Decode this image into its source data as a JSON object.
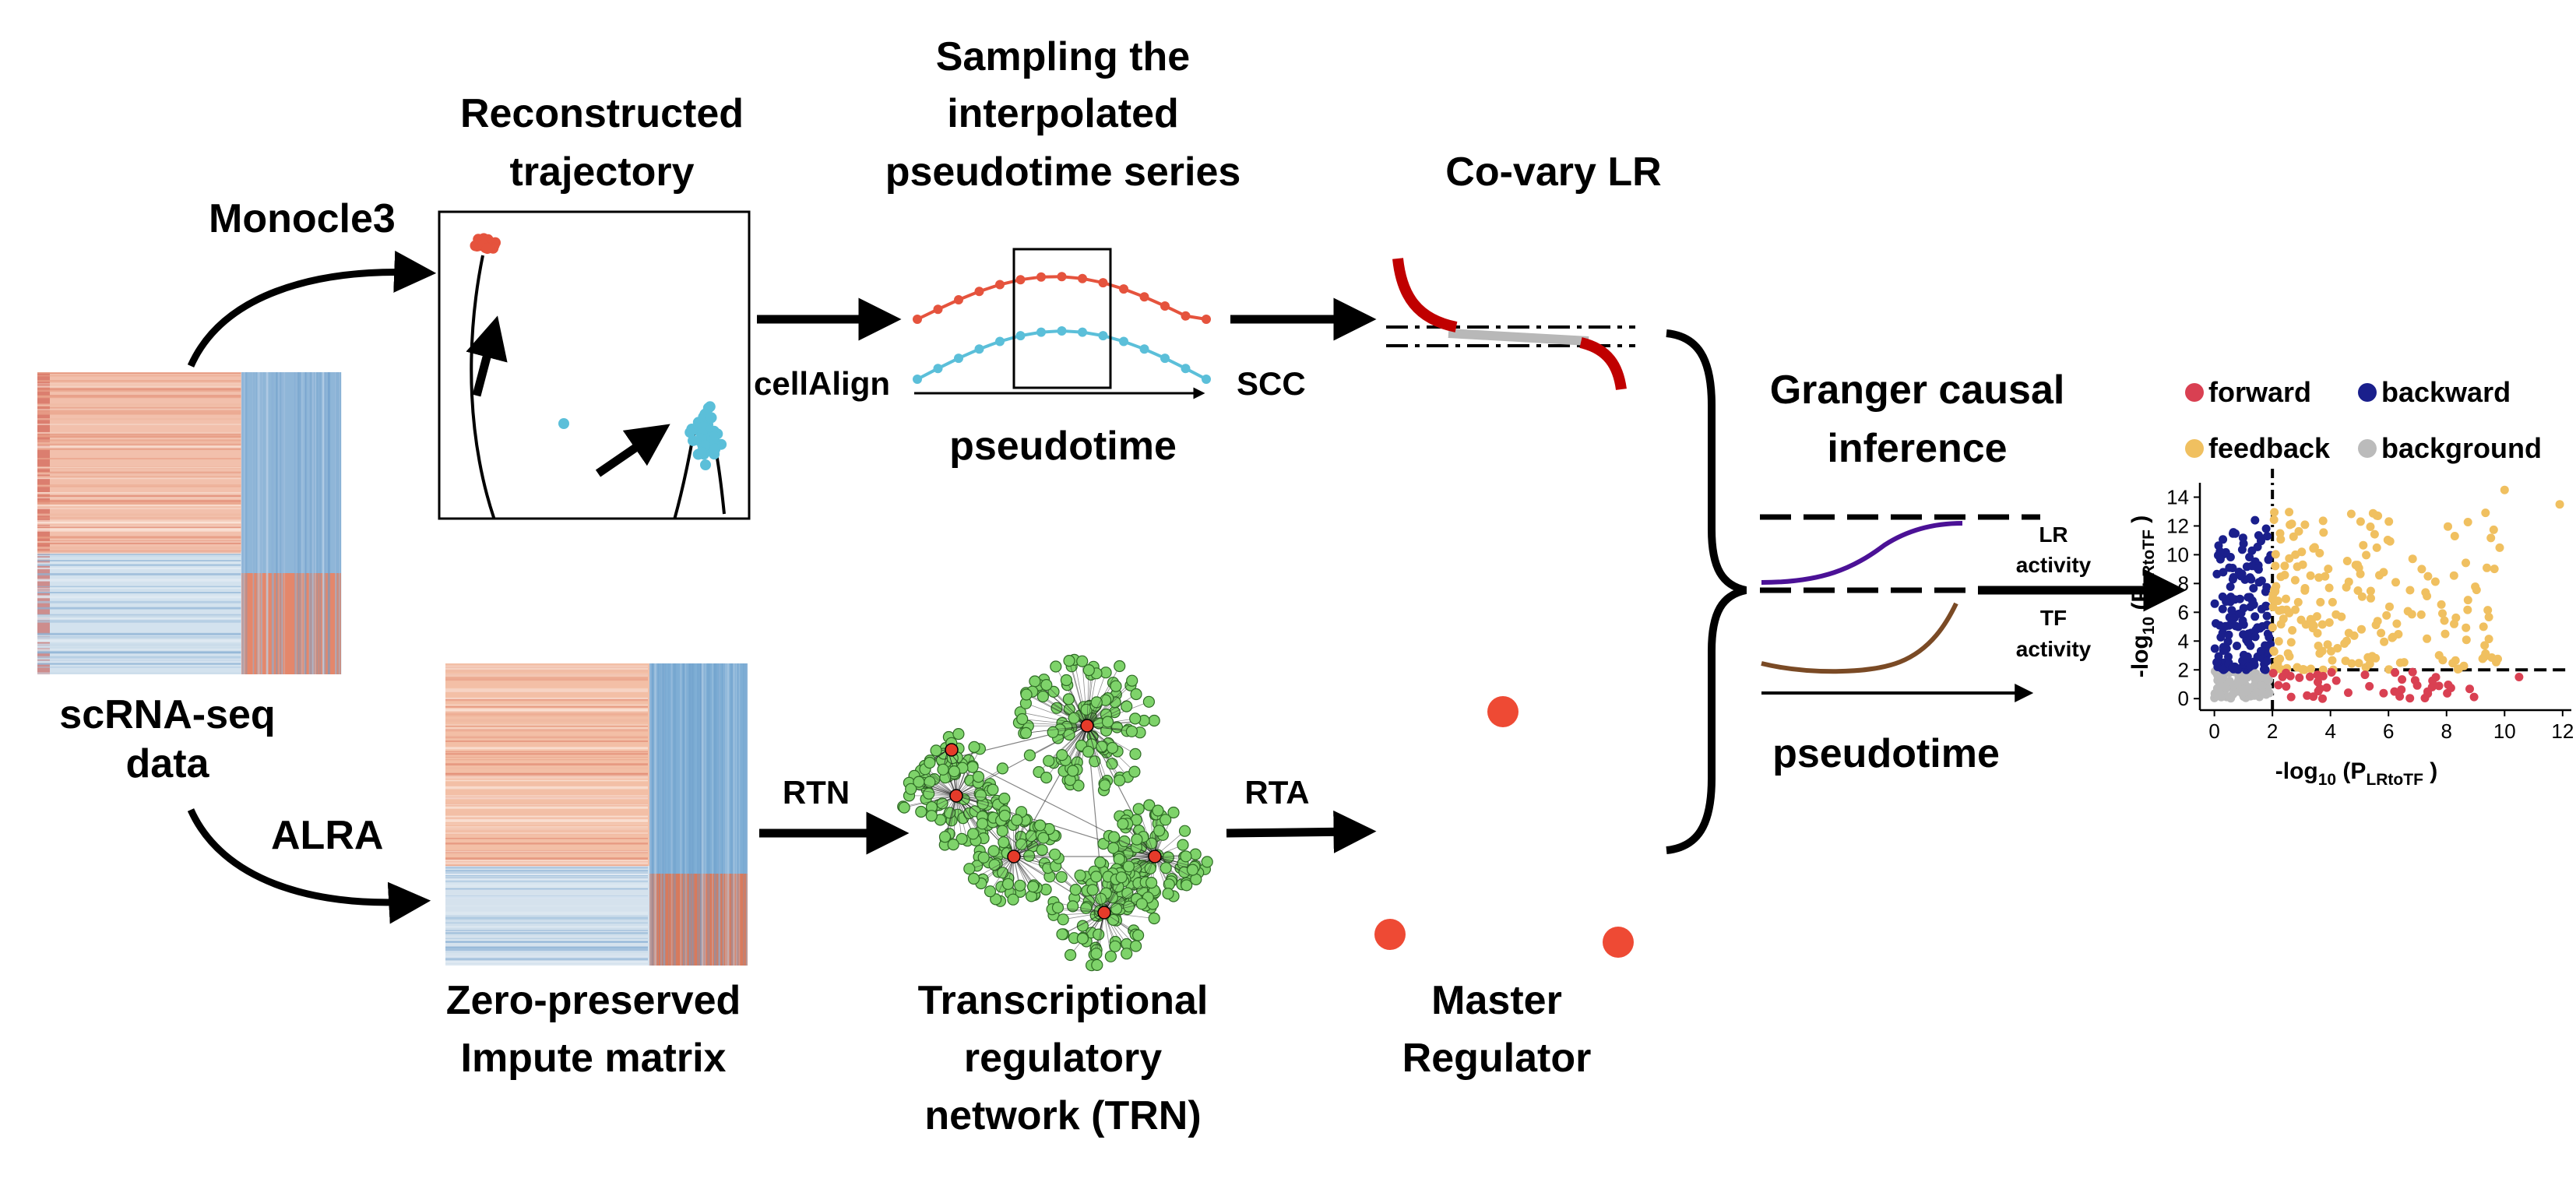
{
  "labels": {
    "scrna_line1": "scRNA-seq",
    "scrna_line2": "data",
    "monocle3": "Monocle3",
    "alra": "ALRA",
    "recon_line1": "Reconstructed",
    "recon_line2": "trajectory",
    "sampling_line1": "Sampling the",
    "sampling_line2": "interpolated",
    "sampling_line3": "pseudotime series",
    "cellalign": "cellAlign",
    "pseudotime": "pseudotime",
    "covary": "Co-vary LR",
    "scc": "SCC",
    "zero_line1": "Zero-preserved",
    "zero_line2": "Impute matrix",
    "rtn": "RTN",
    "trn_line1": "Transcriptional",
    "trn_line2": "regulatory",
    "trn_line3": "network (TRN)",
    "rta": "RTA",
    "master_line1": "Master",
    "master_line2": "Regulator",
    "granger_line1": "Granger causal",
    "granger_line2": "inference",
    "lr_line1": "LR",
    "lr_line2": "activity",
    "tf_line1": "TF",
    "tf_line2": "activity",
    "pseudotime2": "pseudotime"
  },
  "colors": {
    "red_points": "#e5533d",
    "blue_points": "#5bbfd9",
    "lr_curve": "#4b1196",
    "tf_curve": "#7a4a25",
    "network_node": "#7ed36a",
    "network_hub": "#e53b2a",
    "master_dot": "#ee4a34",
    "covary": "#c00000"
  },
  "chart_data": {
    "type": "scatter",
    "legend": [
      "forward",
      "backward",
      "feedback",
      "background"
    ],
    "legend_colors": [
      "#d94052",
      "#1a1f8c",
      "#f0c060",
      "#bbbbbb"
    ],
    "legend_position": "top",
    "xlabel_main": "-log",
    "xlabel_sub": "10",
    "xlabel_paren": " (P",
    "xlabel_psub": "LRtoTF",
    "xlabel_end": " )",
    "ylabel_main": "-log",
    "ylabel_sub": "10",
    "ylabel_paren": " (P",
    "ylabel_psub": "LRtoTF",
    "ylabel_end": " )",
    "xlim": [
      -0.5,
      12.3
    ],
    "ylim": [
      -0.8,
      15
    ],
    "xticks": [
      "0",
      "2",
      "4",
      "6",
      "8",
      "10",
      "12"
    ],
    "yticks": [
      "0",
      "2",
      "4",
      "6",
      "8",
      "10",
      "12",
      "14"
    ],
    "threshold_x": 2,
    "threshold_y": 2,
    "notable_points": [
      {
        "series": "feedback",
        "x": 10,
        "y": 14.5
      },
      {
        "series": "feedback",
        "x": 11.9,
        "y": 13.5
      },
      {
        "series": "forward",
        "x": 10.5,
        "y": 1.5
      },
      {
        "series": "backward",
        "x": 1.4,
        "y": 12.4
      }
    ]
  }
}
